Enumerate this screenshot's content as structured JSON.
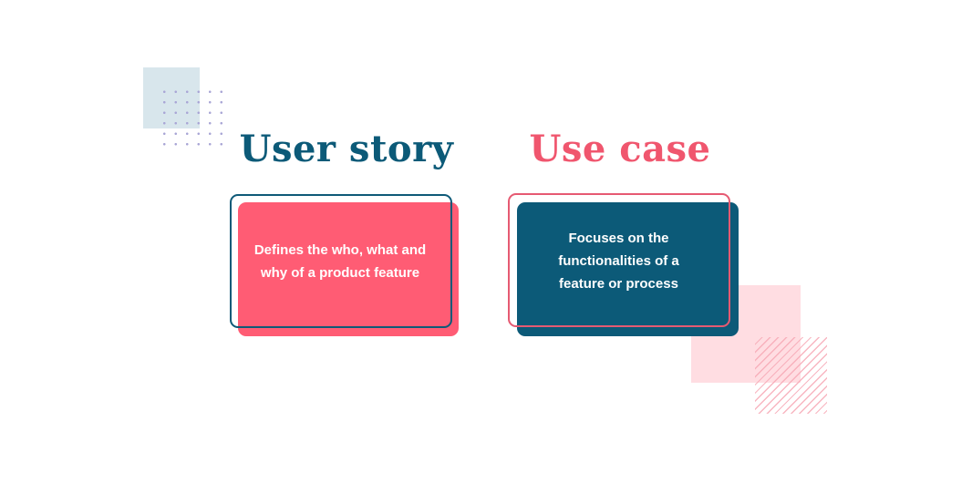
{
  "colors": {
    "navy": "#0c5a78",
    "coral": "#ff5c74",
    "pale_blue": "#d8e6ec",
    "pale_pink": "#ffdde2"
  },
  "user_story": {
    "title": "User story",
    "description": "Defines the who, what and why of a product feature"
  },
  "use_case": {
    "title": "Use case",
    "description": "Focuses on the functionalities of a feature or process"
  }
}
